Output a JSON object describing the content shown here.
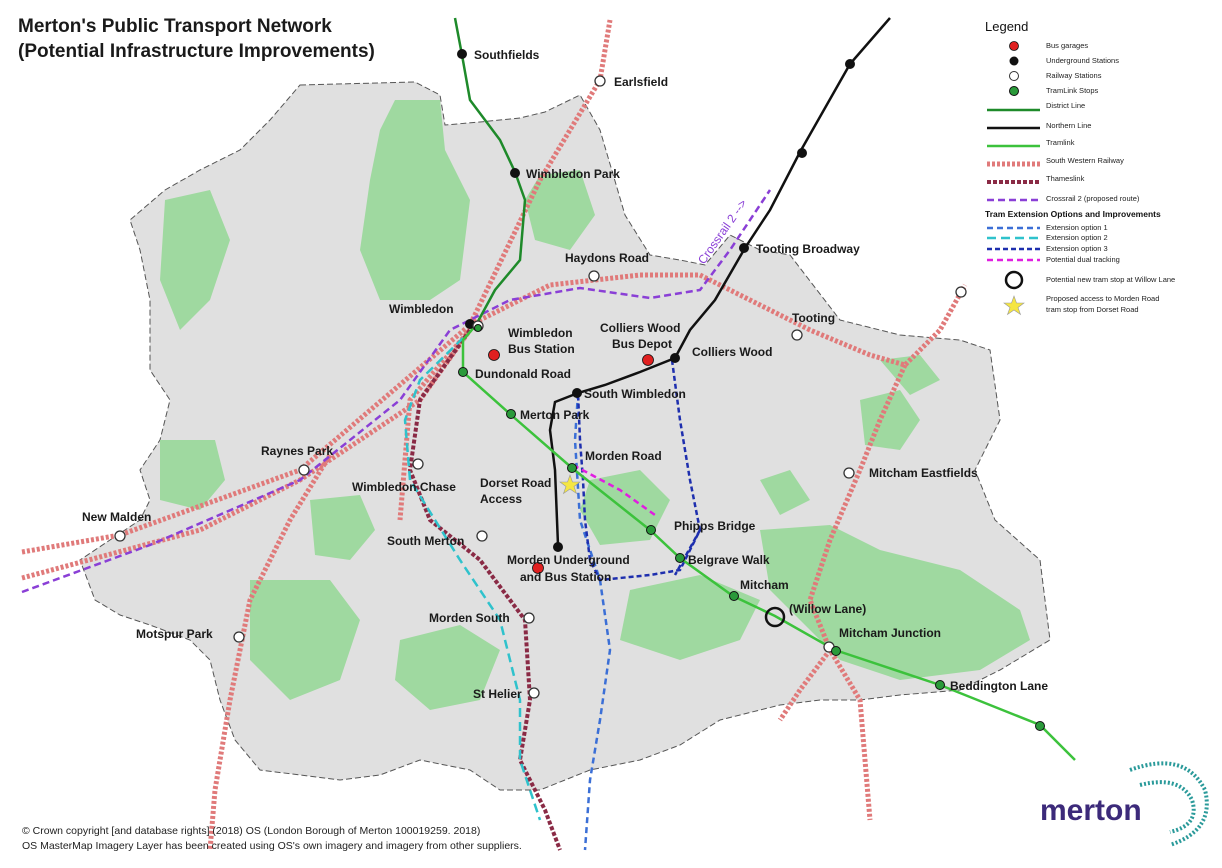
{
  "title": {
    "line1": "Merton's Public Transport Network",
    "line2": "(Potential Infrastructure Improvements)"
  },
  "colors": {
    "borough": "#e0e0e0",
    "green_space": "#9fd9a0",
    "district_line": "#1e8a2a",
    "northern_line": "#111111",
    "tramlink": "#3cc23c",
    "south_western_railway": "#e07a7a",
    "thameslink": "#8a2a45",
    "crossrail2": "#8a3fd6",
    "extension_option_1": "#3b6fd6",
    "extension_option_2": "#2fc2cc",
    "extension_option_3": "#1e2fae",
    "dual_tracking": "#e01ee0",
    "bus_garage": "#e02020",
    "station_star": "#f5e642",
    "logo_purple": "#3c2a7a",
    "logo_teal": "#2a9a9a"
  },
  "stations": {
    "southfields": "Southfields",
    "earlsfield": "Earlsfield",
    "wimbledon_park": "Wimbledon Park",
    "haydons_road": "Haydons Road",
    "tooting_broadway": "Tooting Broadway",
    "tooting": "Tooting",
    "wimbledon": "Wimbledon",
    "wimbledon_bus_station_1": "Wimbledon",
    "wimbledon_bus_station_2": "Bus Station",
    "colliers_wood_bus_depot_1": "Colliers Wood",
    "colliers_wood_bus_depot_2": "Bus Depot",
    "colliers_wood": "Colliers Wood",
    "dundonald_road": "Dundonald Road",
    "south_wimbledon": "South Wimbledon",
    "merton_park": "Merton Park",
    "raynes_park": "Raynes Park",
    "morden_road": "Morden Road",
    "dorset_road_1": "Dorset Road",
    "dorset_road_2": "Access",
    "wimbledon_chase": "Wimbledon Chase",
    "mitcham_eastfields": "Mitcham Eastfields",
    "new_malden": "New Malden",
    "phipps_bridge": "Phipps Bridge",
    "south_merton": "South Merton",
    "morden_underground_1": "Morden Underground",
    "morden_underground_2": "and Bus Station",
    "belgrave_walk": "Belgrave Walk",
    "mitcham": "Mitcham",
    "willow_lane": "(Willow Lane)",
    "motspur_park": "Motspur Park",
    "morden_south": "Morden South",
    "mitcham_junction": "Mitcham Junction",
    "st_helier": "St Helier",
    "beddington_lane": "Beddington Lane"
  },
  "crossrail_label": "Crossrail 2 -->",
  "legend": {
    "title": "Legend",
    "bus_garages": "Bus garages",
    "underground_stations": "Underground Stations",
    "railway_stations": "Railway Stations",
    "tramlink_stops": "TramLink Stops",
    "district_line": "District Line",
    "northern_line": "Northern Line",
    "tramlink": "Tramlink",
    "south_western_railway": "South Western Railway",
    "thameslink": "Thameslink",
    "crossrail2": "Crossrail 2 (proposed route)",
    "tram_heading": "Tram Extension Options and Improvements",
    "extension_option_1": "Extension option 1",
    "extension_option_2": "Extension option 2",
    "extension_option_3": "Extension option 3",
    "dual_tracking": "Potential dual tracking",
    "new_stop": "Potential new tram stop at Willow Lane",
    "access_1": "Proposed access to Morden Road",
    "access_2": "tram stop from Dorset Road"
  },
  "copyright": {
    "line1": "© Crown copyright [and database rights] (2018) OS (London Borough of Merton 100019259. 2018)",
    "line2": "OS MasterMap Imagery Layer has been created using OS's own imagery and imagery from other suppliers."
  },
  "logo": {
    "text": "merton"
  }
}
